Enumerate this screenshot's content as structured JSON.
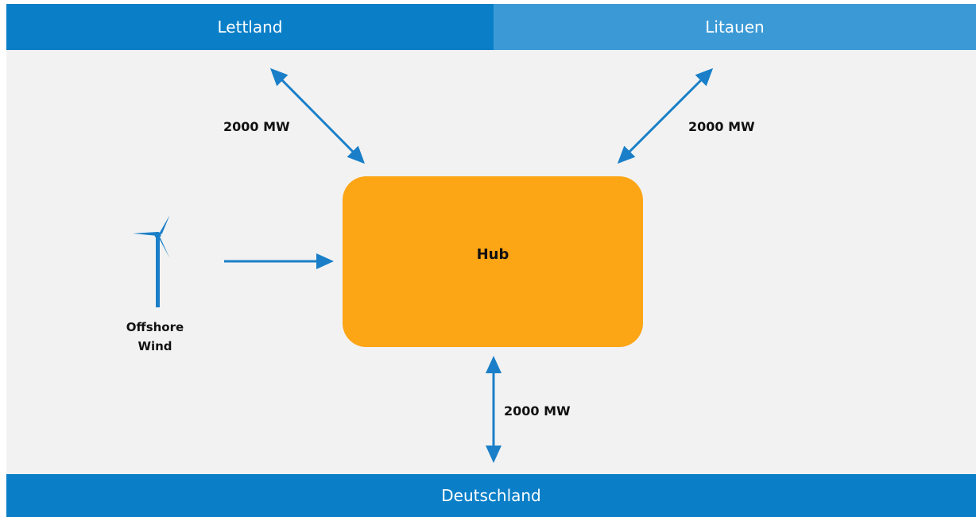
{
  "regions": {
    "lettland": "Lettland",
    "litauen": "Litauen",
    "deutschland": "Deutschland"
  },
  "hub": {
    "label": "Hub"
  },
  "connections": {
    "lettland": "2000 MW",
    "litauen": "2000 MW",
    "deutschland": "2000 MW"
  },
  "source": {
    "line1": "Offshore",
    "line2": "Wind",
    "icon": "wind-turbine-icon"
  },
  "colors": {
    "band_dark": "#0a7fc8",
    "band_light": "#3b9ad6",
    "hub": "#fca515",
    "arrow": "#1a7fc8",
    "background": "#f2f2f2"
  }
}
